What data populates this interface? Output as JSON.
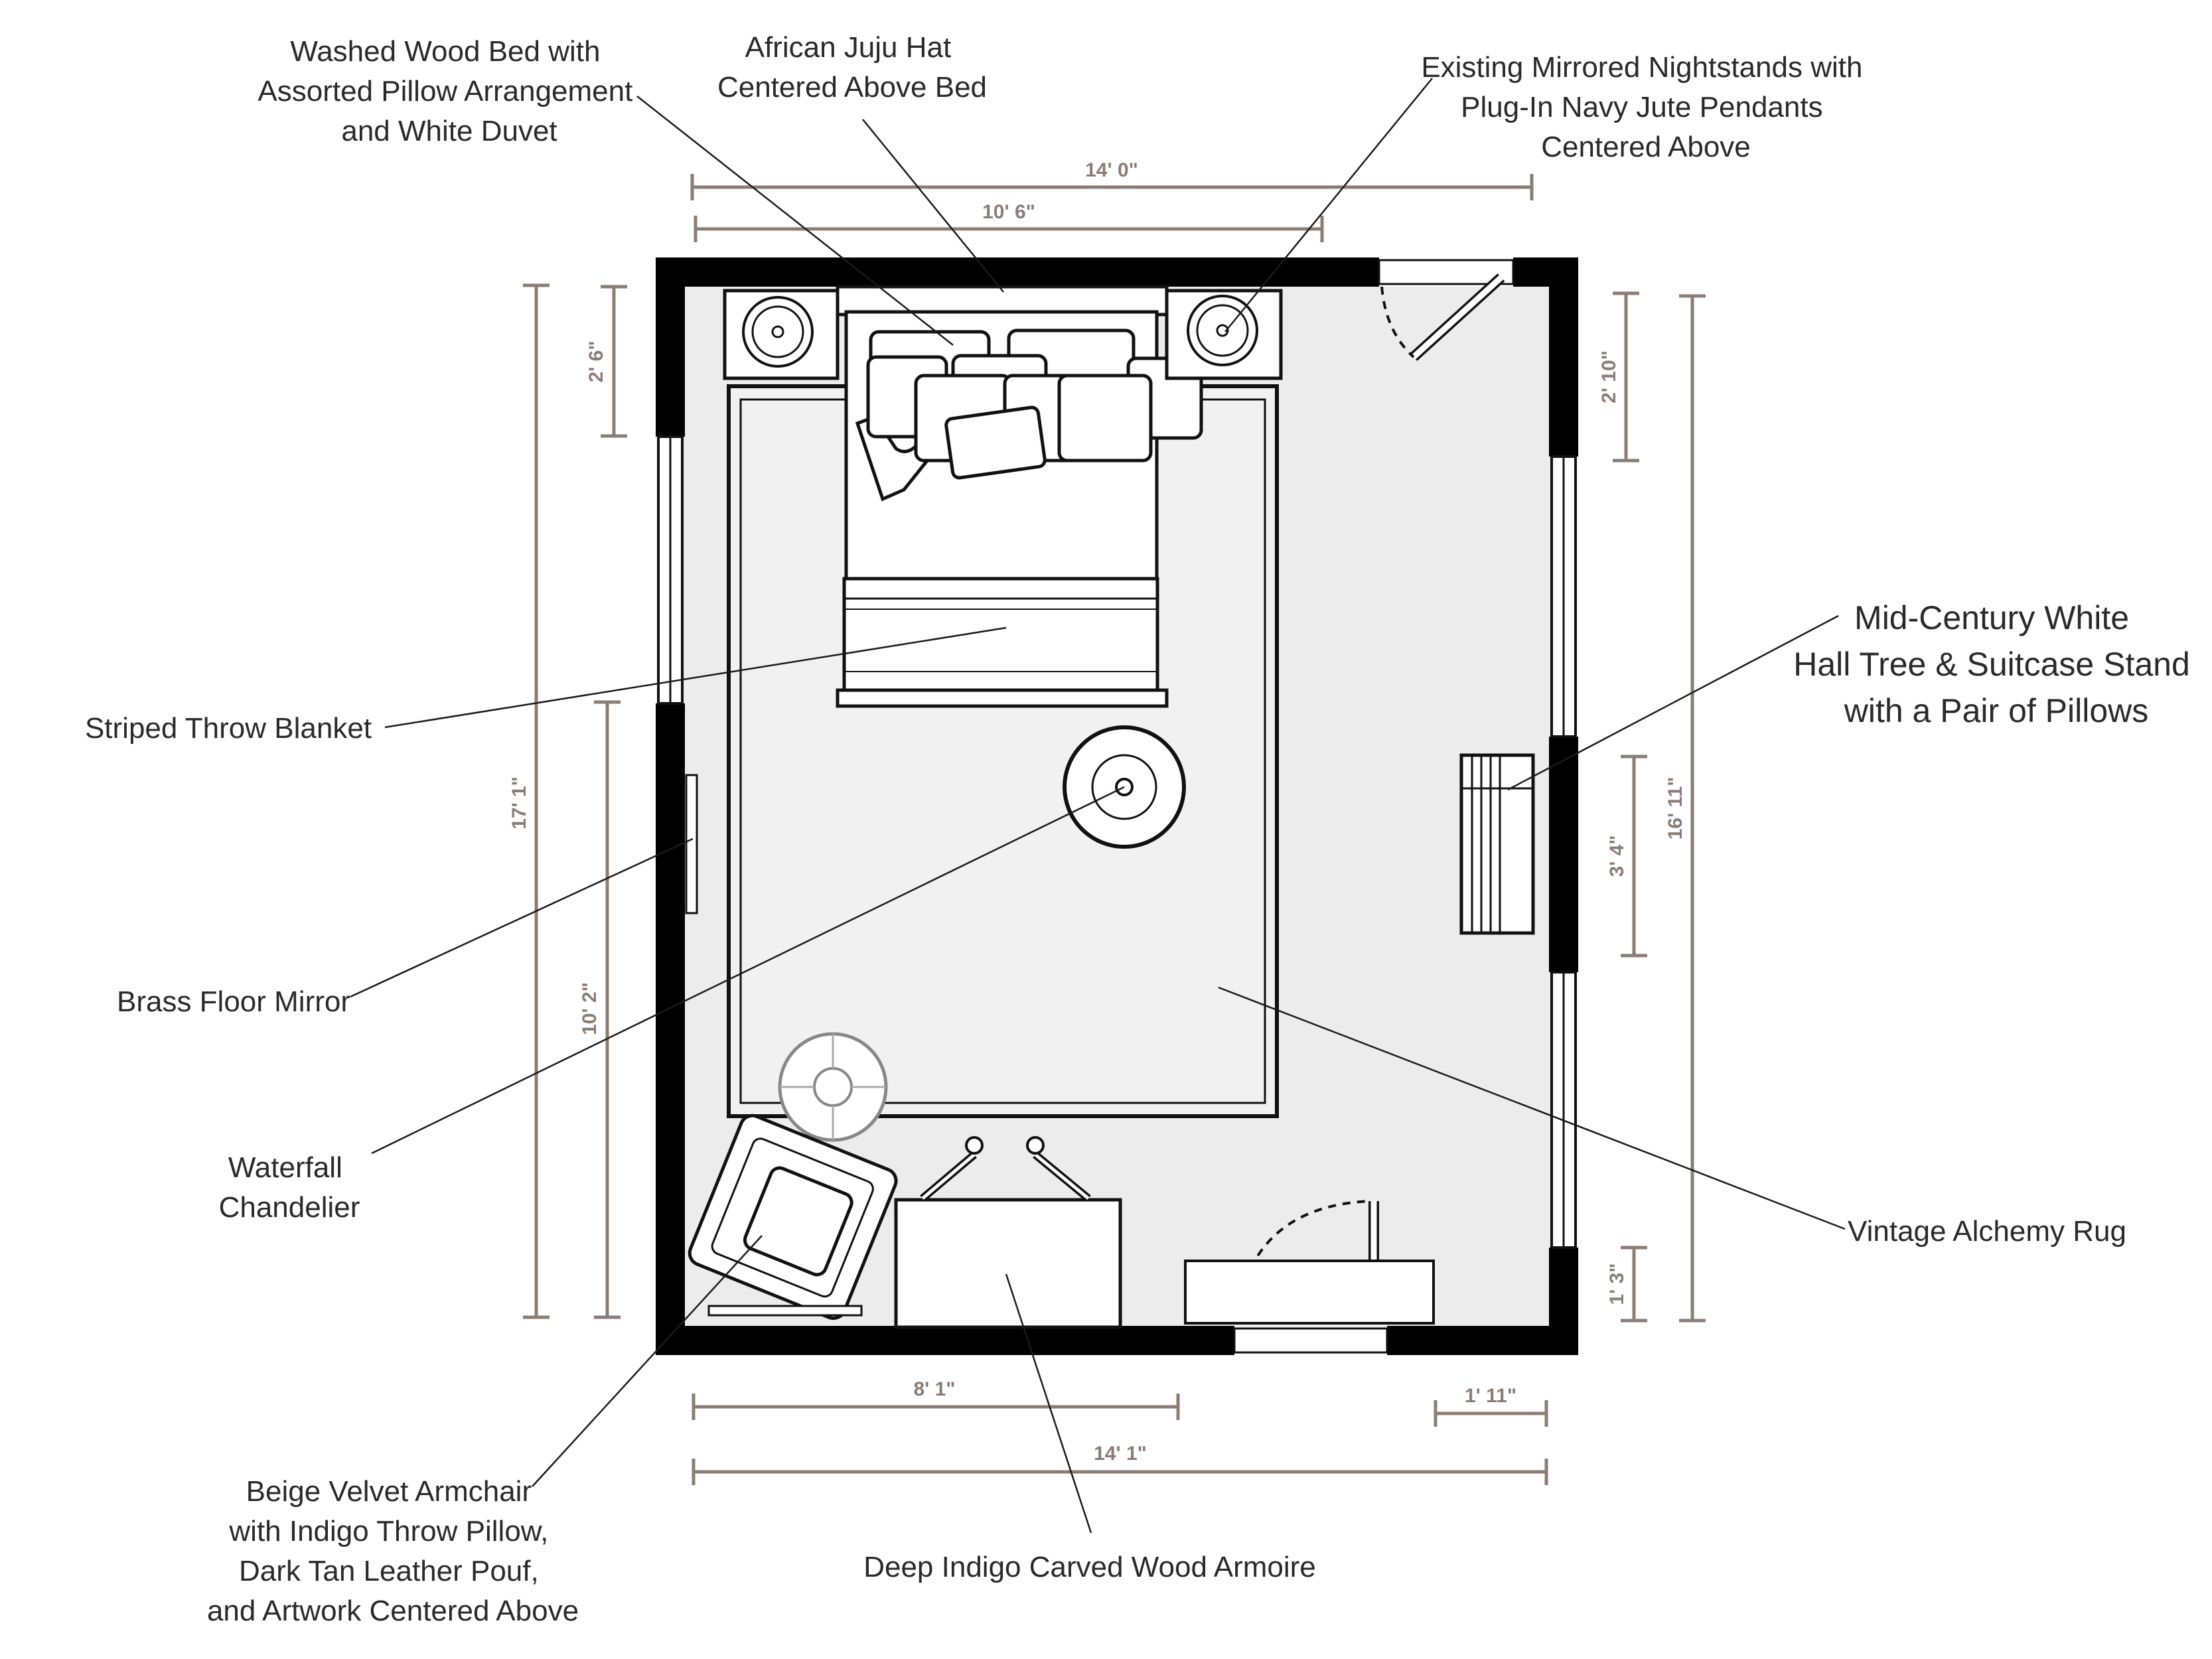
{
  "labels": {
    "bed": [
      "Washed Wood Bed with",
      "Assorted Pillow Arrangement",
      "and White Duvet"
    ],
    "hat": [
      "African Juju Hat",
      "Centered Above Bed"
    ],
    "nightstands": [
      "Existing Mirrored Nightstands with",
      "Plug-In Navy Jute Pendants",
      "Centered Above"
    ],
    "hall_tree": [
      "Mid-Century White",
      "Hall Tree & Suitcase Stand",
      "with a Pair of Pillows"
    ],
    "throw": [
      "Striped Throw Blanket"
    ],
    "mirror": [
      "Brass Floor Mirror"
    ],
    "chandelier": [
      "Waterfall",
      "Chandelier"
    ],
    "rug": [
      "Vintage Alchemy Rug"
    ],
    "armchair": [
      "Beige Velvet Armchair",
      "with Indigo Throw Pillow,",
      "Dark Tan Leather Pouf,",
      "and Artwork Centered Above"
    ],
    "armoire": [
      "Deep Indigo Carved Wood Armoire"
    ]
  },
  "dimensions": {
    "top_overall": "14' 0\"",
    "top_bed_wall": "10' 6\"",
    "left_overall": "17' 1\"",
    "left_nightstand": "2' 6\"",
    "left_lower": "10' 2\"",
    "right_overall": "16' 11\"",
    "right_upper": "2' 10\"",
    "right_middle": "3' 4\"",
    "right_lower": "1' 3\"",
    "bottom_overall": "14' 1\"",
    "bottom_left": "8' 1\"",
    "bottom_right": "1' 11\""
  },
  "colors": {
    "dimension_lines": "#8a7d76",
    "walls": "#000000",
    "floor": "#ececec"
  }
}
